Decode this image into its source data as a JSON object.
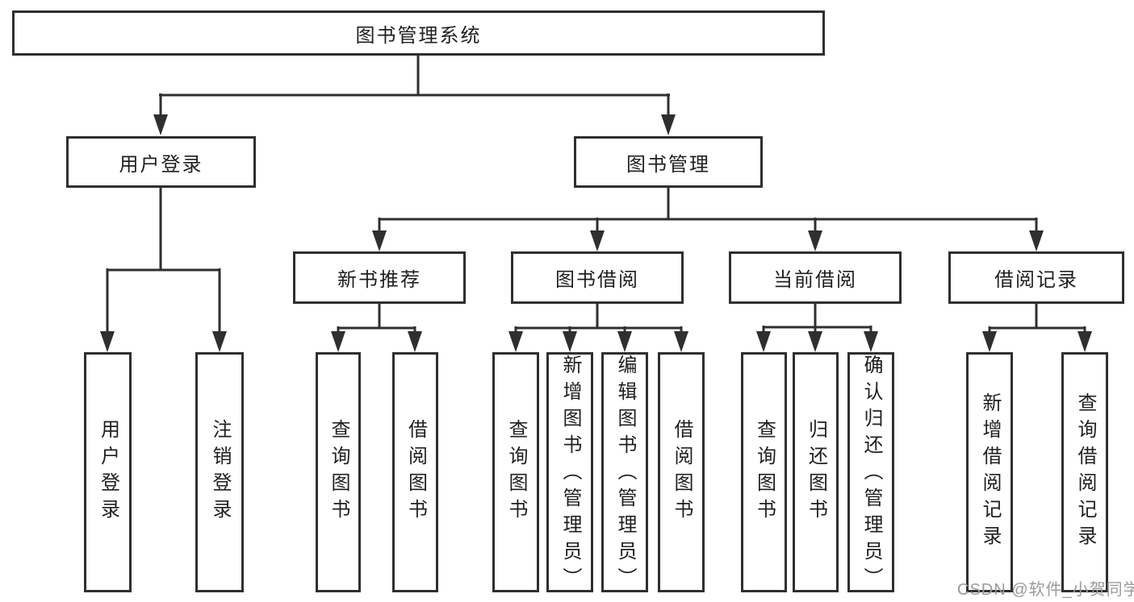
{
  "tree": {
    "label": "图书管理系统",
    "children": [
      {
        "label": "用户登录",
        "children": [
          {
            "label": "用户登录"
          },
          {
            "label": "注销登录"
          }
        ]
      },
      {
        "label": "图书管理",
        "children": [
          {
            "label": "新书推荐",
            "children": [
              {
                "label": "查询图书"
              },
              {
                "label": "借阅图书"
              }
            ]
          },
          {
            "label": "图书借阅",
            "children": [
              {
                "label": "查询图书"
              },
              {
                "label": "新增图书（管理员）"
              },
              {
                "label": "编辑图书（管理员）"
              },
              {
                "label": "借阅图书"
              }
            ]
          },
          {
            "label": "当前借阅",
            "children": [
              {
                "label": "查询图书"
              },
              {
                "label": "归还图书"
              },
              {
                "label": "确认归还（管理员）"
              }
            ]
          },
          {
            "label": "借阅记录",
            "children": [
              {
                "label": "新增借阅记录"
              },
              {
                "label": "查询借阅记录"
              }
            ]
          }
        ]
      }
    ]
  },
  "watermark": {
    "text": "CSDN @软件_小贺同学"
  },
  "colors": {
    "line": "#2f2f2f",
    "box_border": "#2f2f2f",
    "text": "#1f1f1f",
    "watermark": "#9a9a9a",
    "background": "#ffffff"
  }
}
